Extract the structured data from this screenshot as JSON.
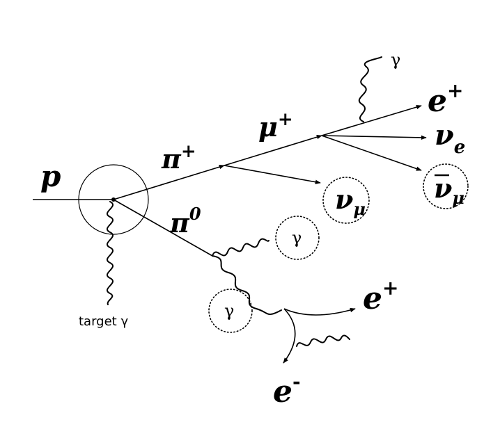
{
  "labels": {
    "proton": "p",
    "pion_plus": "π",
    "pion_plus_charge": "+",
    "pion_zero": "π",
    "pion_zero_charge": "0",
    "muon": "μ",
    "muon_charge": "+",
    "muon_neutrino": "ν",
    "muon_neutrino_sub": "μ",
    "positron": "e",
    "positron_charge": "+",
    "electron_neutrino": "ν",
    "electron_neutrino_sub": "e",
    "muon_antineutrino": "ν",
    "muon_antineutrino_sub": "μ",
    "photon_decay": "γ",
    "photon_1": "γ",
    "photon_2": "γ",
    "pair_positron": "e",
    "pair_positron_charge": "+",
    "pair_electron": "e",
    "pair_electron_charge": "-",
    "target": "target γ"
  }
}
